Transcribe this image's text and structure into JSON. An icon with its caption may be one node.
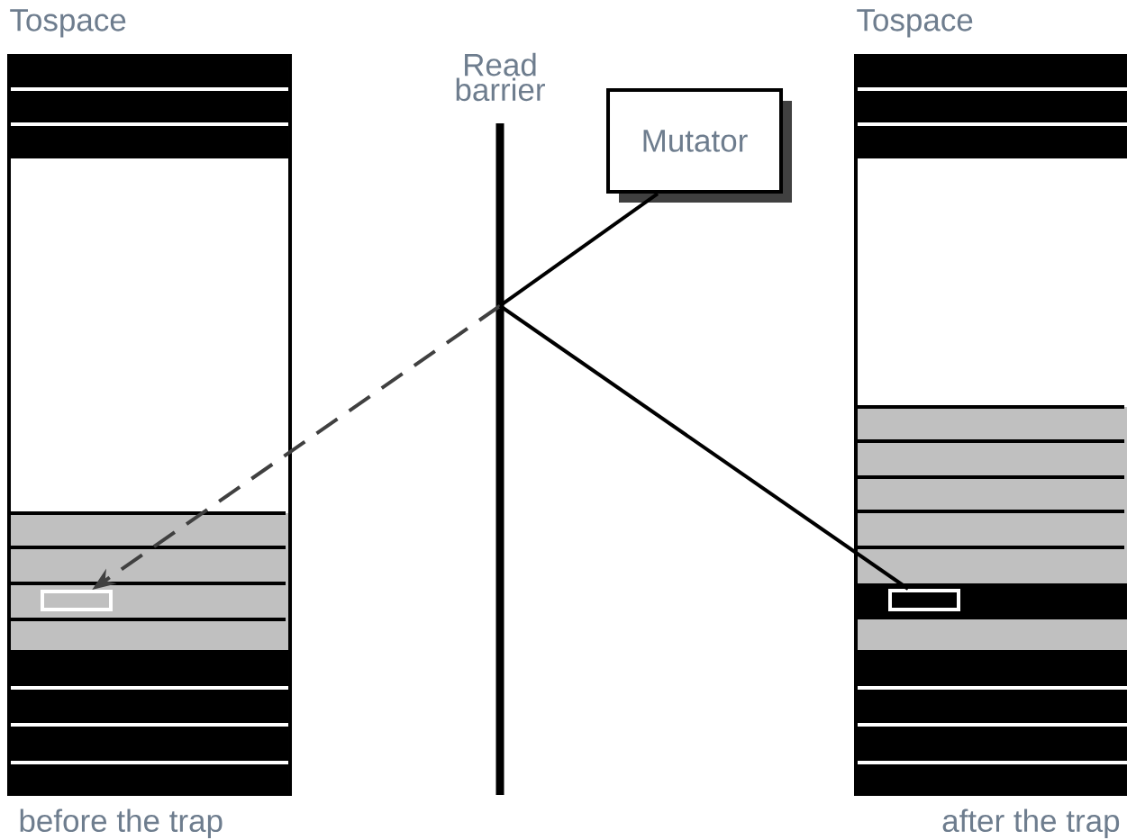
{
  "diagram": {
    "nodes": [
      {
        "text": [
          "Tospace"
        ],
        "beside": [
          "before the trap"
        ]
      },
      {
        "text": [],
        "shape": "box",
        "in": 0
      },
      {
        "text": [
          "Read barrier"
        ]
      },
      {
        "text": [
          "Mutator"
        ]
      },
      {
        "text": [
          "Tospace"
        ],
        "beside": [
          "after the trap"
        ]
      },
      {
        "text": [],
        "shape": "box",
        "in": 4
      }
    ],
    "edges": [
      {
        "from": 3,
        "to": 2,
        "arrow": "none"
      },
      {
        "from": 2,
        "to": 1,
        "arrow": "to",
        "style": "dashed",
        "color": "#404040"
      },
      {
        "from": 2,
        "to": 5,
        "arrow": "none"
      }
    ]
  }
}
